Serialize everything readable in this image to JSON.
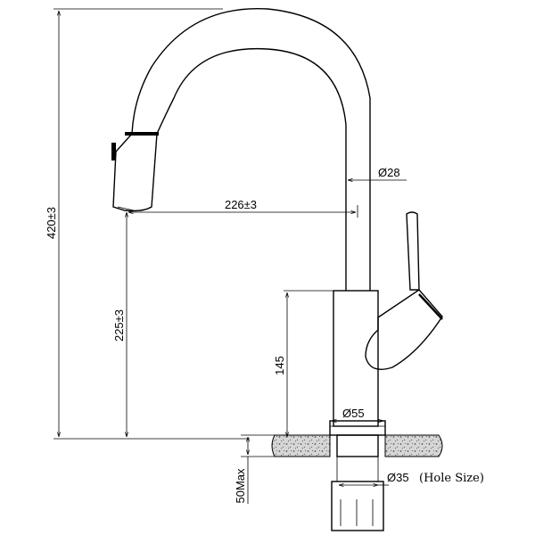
{
  "dimensions": {
    "overall_height": "420±3",
    "spout_reach": "226±3",
    "spout_height": "225±3",
    "body_height": "145",
    "spout_diameter": "Ø28",
    "base_diameter": "Ø55",
    "hole_diameter": "Ø35",
    "hole_note": "(Hole Size)",
    "deck_thickness": "50Max"
  },
  "colors": {
    "line": "#000000",
    "stone": "#d0d0d0"
  }
}
